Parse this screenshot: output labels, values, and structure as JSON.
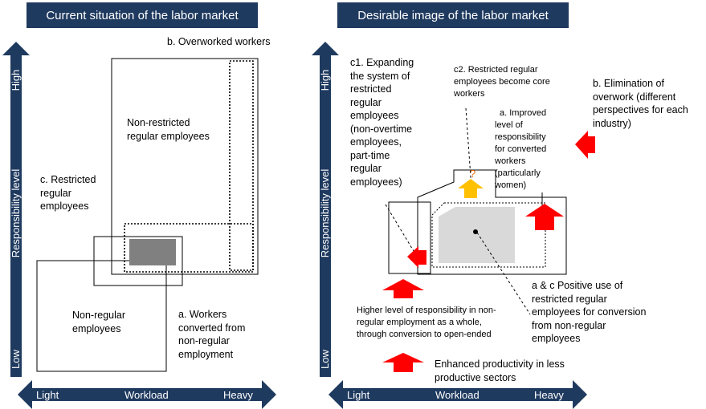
{
  "left_panel": {
    "title": "Current  situation of the labor market",
    "axis_y": {
      "high": "High",
      "label": "Responsibility level",
      "low": "Low"
    },
    "axis_x": {
      "light": "Light",
      "label": "Workload",
      "heavy": "Heavy"
    },
    "labels": {
      "overworked": "b. Overworked workers",
      "non_restricted": [
        "Non-restricted",
        "regular employees"
      ],
      "restricted": [
        "c. Restricted",
        "regular",
        "employees"
      ],
      "non_regular": [
        "Non-regular",
        "employees"
      ],
      "converted": [
        "a. Workers",
        "converted from",
        "non-regular",
        "employment"
      ]
    }
  },
  "right_panel": {
    "title": "Desirable image of the labor market",
    "axis_y": {
      "high": "High",
      "label": "Responsibility level",
      "low": "Low"
    },
    "axis_x": {
      "light": "Light",
      "label": "Workload",
      "heavy": "Heavy"
    },
    "labels": {
      "c1": [
        "c1. Expanding",
        "the system of",
        "restricted",
        "regular",
        "employees",
        "(non-overtime",
        "employees,",
        "part-time",
        "regular",
        "employees)"
      ],
      "c2": [
        "c2. Restricted regular",
        "employees become core",
        "workers"
      ],
      "a_improved": [
        "a. Improved",
        "level of",
        "responsibility",
        "for converted",
        "workers",
        "(particularly",
        "women)"
      ],
      "b_elimination": [
        "b. Elimination of",
        "overwork (different",
        "perspectives for each",
        "industry)"
      ],
      "ac_positive": [
        "a & c Positive use of",
        "restricted regular",
        "employees for conversion",
        "from non-regular",
        "employees"
      ],
      "higher_level": [
        "Higher level of responsibility in non-",
        "regular employment as a whole,",
        "through conversion to open-ended"
      ],
      "enhanced": [
        "Enhanced productivity in less",
        "productive sectors"
      ],
      "question_mark": "?"
    }
  },
  "colors": {
    "header_bg": "#1f3a5f",
    "arrow_red": "#ff0000",
    "arrow_yellow": "#ffc000",
    "gray_dark": "#808080",
    "gray_light": "#d9d9d9"
  }
}
